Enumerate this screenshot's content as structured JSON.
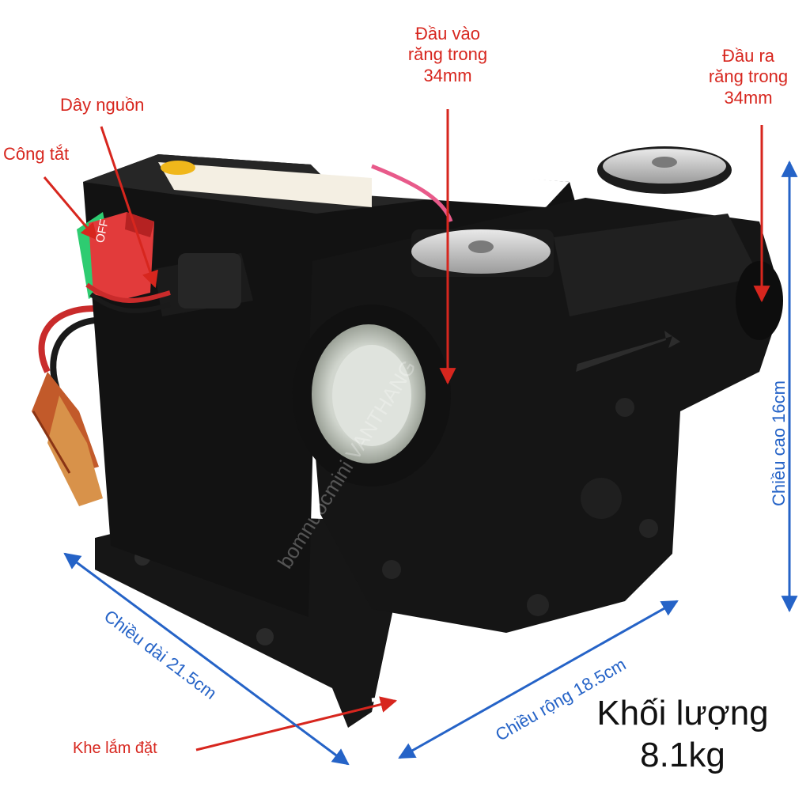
{
  "colors": {
    "callout": "#d7261e",
    "dimension": "#2563c7",
    "pump_body": "#141414",
    "switch_red": "#e23b3b",
    "switch_green": "#2ecc71",
    "fitting_white": "#d8dcd6"
  },
  "callouts": {
    "inlet": [
      "Đầu vào",
      "răng trong",
      "34mm"
    ],
    "outlet": [
      "Đầu ra",
      "răng trong",
      "34mm"
    ],
    "power_cord": "Dây nguồn",
    "switch": "Công tắt",
    "mount_slot": "Khe lắm đặt"
  },
  "dimensions": {
    "height": "Chiều cao 16cm",
    "width": "Chiều rộng 18.5cm",
    "length": "Chiều dài 21.5cm"
  },
  "weight": [
    "Khối lượng",
    "8.1kg"
  ],
  "watermark": "bomnuocmini VANTHANG",
  "switch_label": "OFF"
}
